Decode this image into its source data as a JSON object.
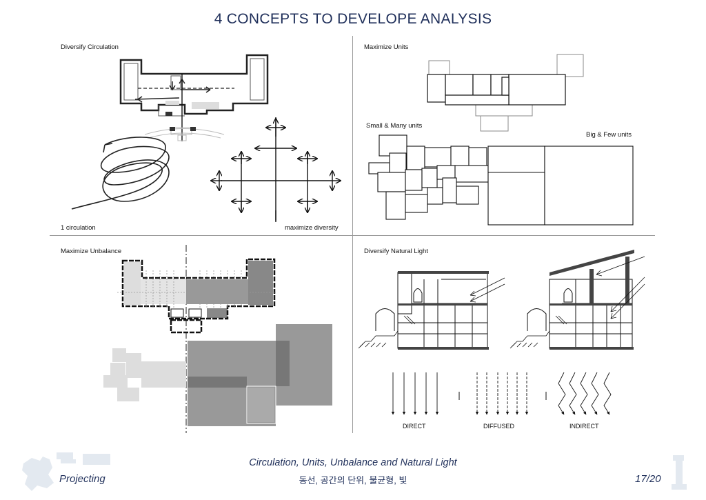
{
  "title": "4 CONCEPTS TO DEVELOPE ANALYSIS",
  "panels": {
    "circulation": {
      "heading": "Diversify Circulation",
      "left_caption": "1 circulation",
      "right_caption": "maximize diversity"
    },
    "units": {
      "heading": "Maximize Units",
      "small_label": "Small & Many units",
      "big_label": "Big & Few units"
    },
    "unbalance": {
      "heading": "Maximize Unbalance"
    },
    "light": {
      "heading": "Diversify Natural Light",
      "types": [
        "DIRECT",
        "DIFFUSED",
        "INDIRECT"
      ]
    }
  },
  "footer": {
    "section": "Projecting",
    "subtitle": "Circulation, Units, Unbalance and Natural Light",
    "korean": "동선, 공간의 단위, 불균형, 빛",
    "page_current": "17",
    "page_total": "20",
    "page_sep": "/"
  }
}
